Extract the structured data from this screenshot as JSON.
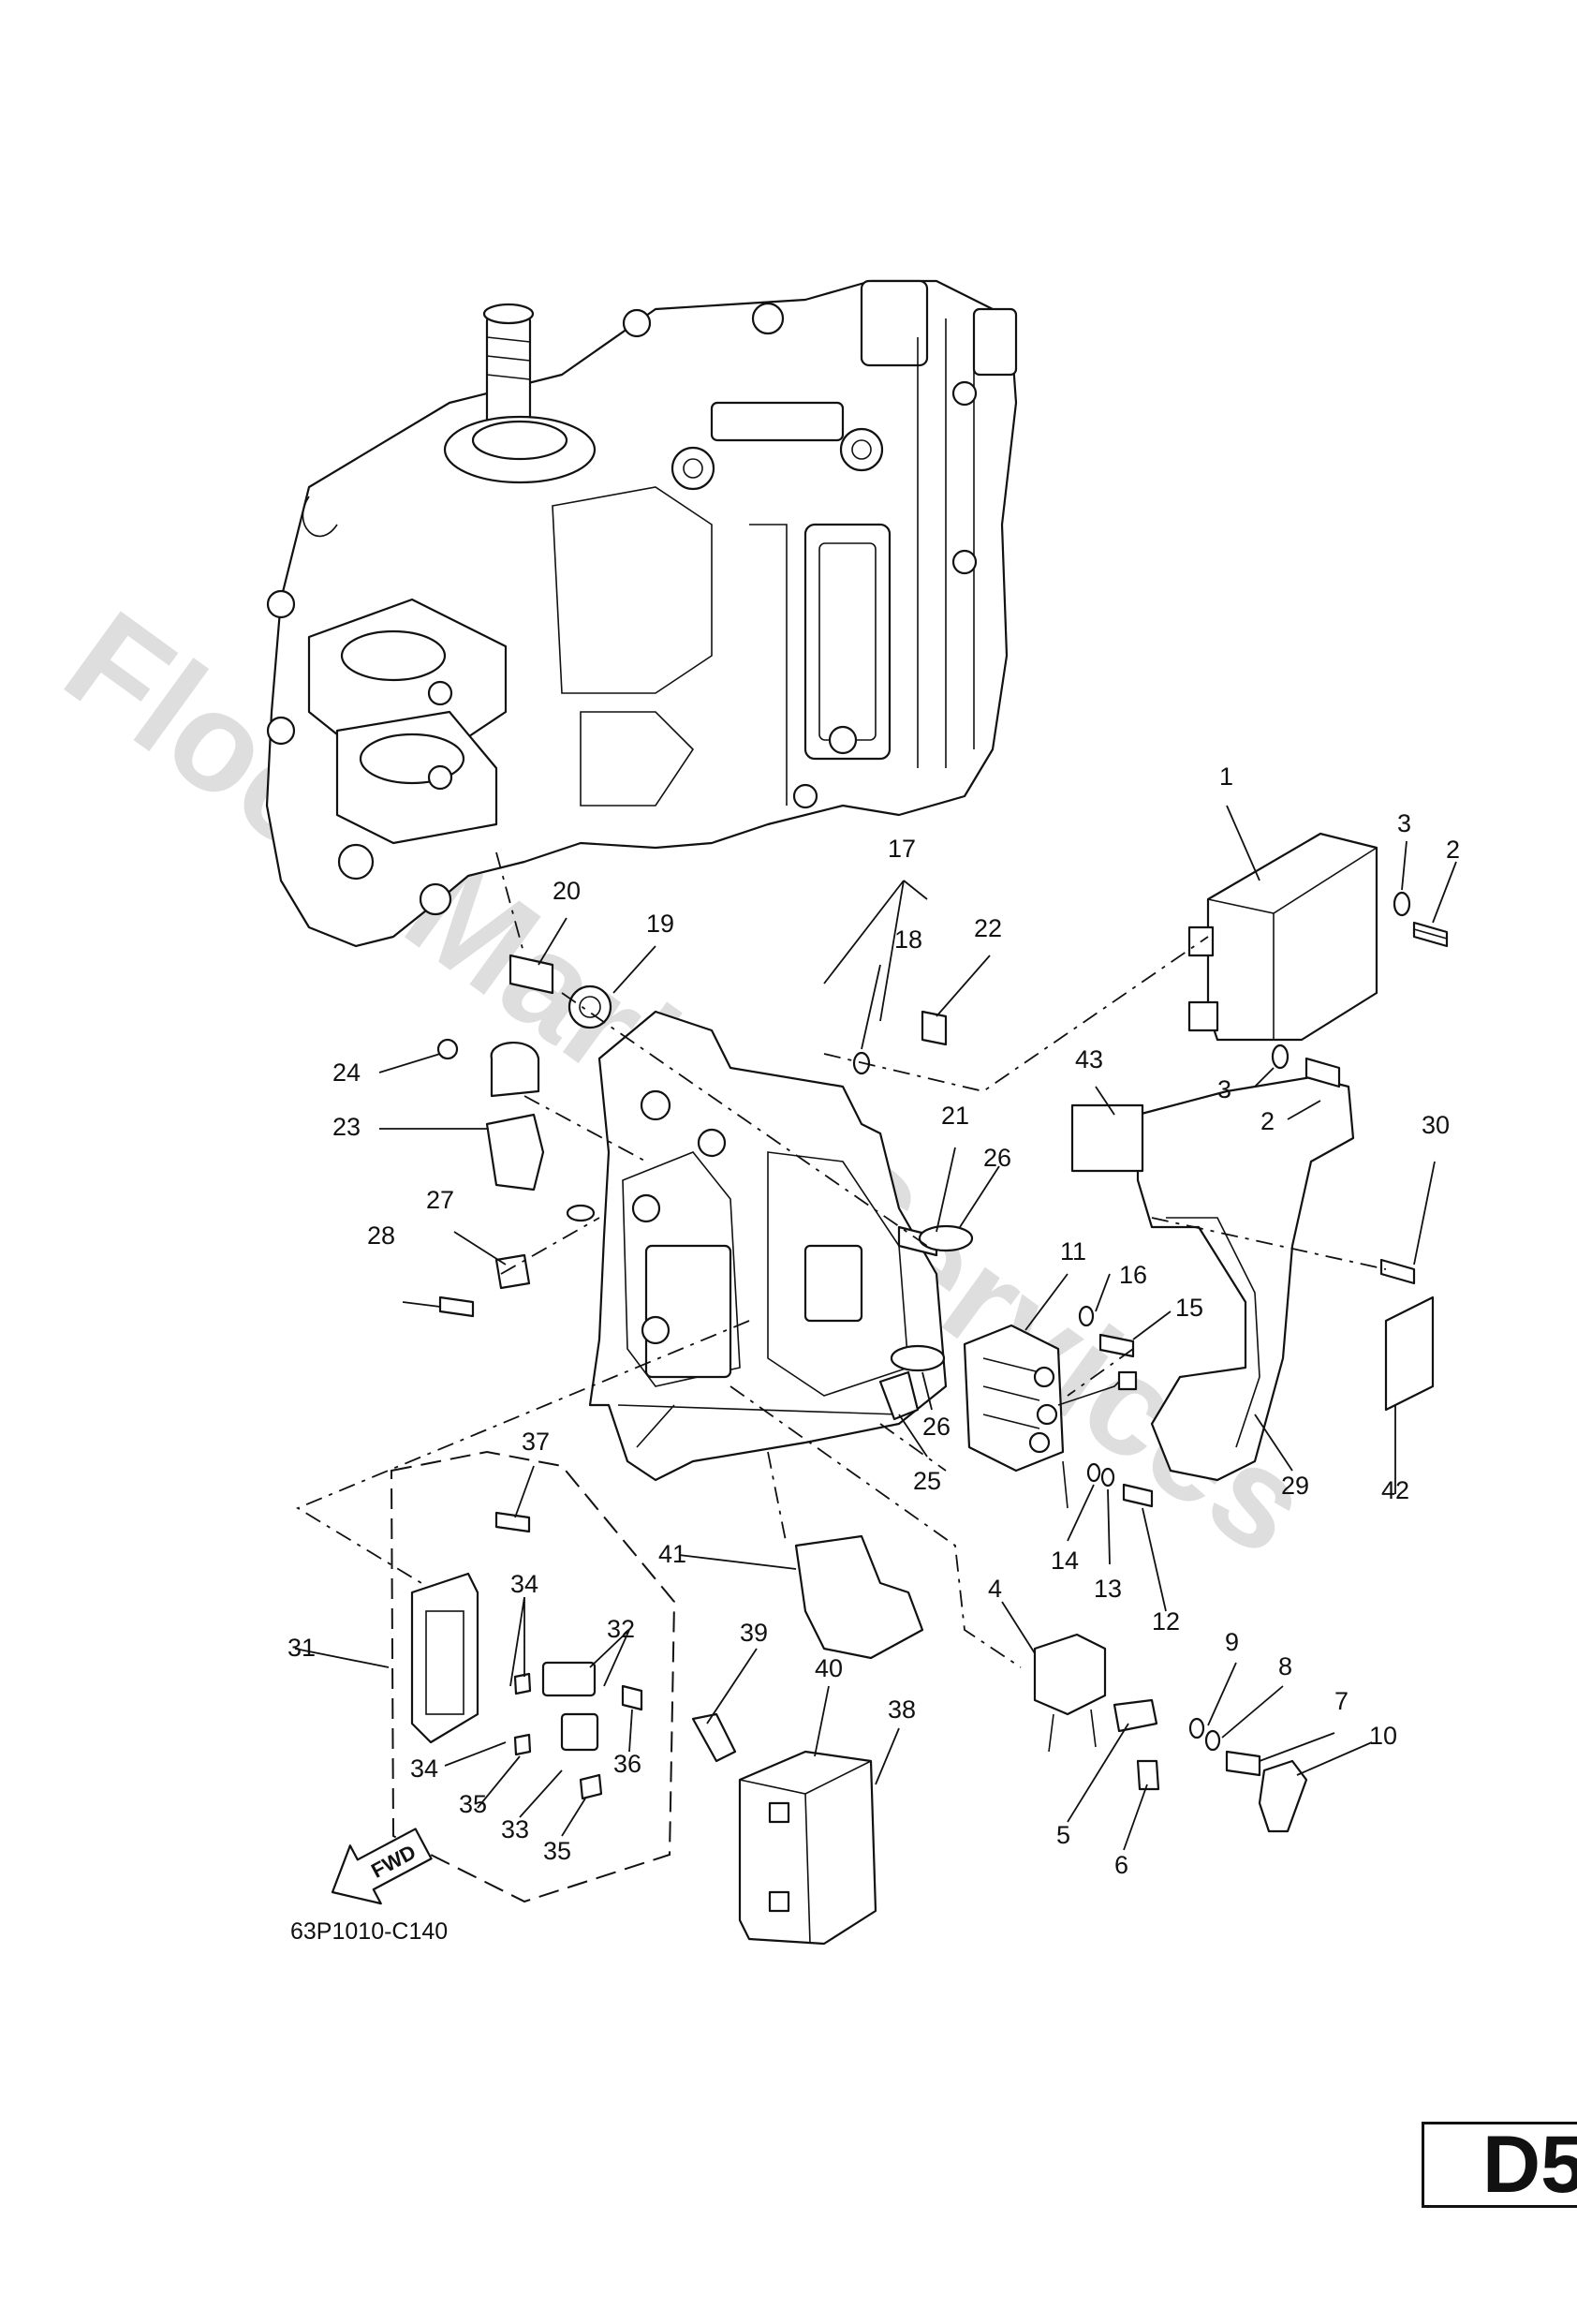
{
  "watermark": "Flood Marine Services",
  "drawing_code": "63P1010-C140",
  "page_badge": "D5",
  "fwd_label": "FWD",
  "callouts": [
    "1",
    "2",
    "2",
    "3",
    "3",
    "4",
    "5",
    "6",
    "7",
    "8",
    "9",
    "10",
    "11",
    "12",
    "13",
    "14",
    "15",
    "16",
    "17",
    "18",
    "19",
    "20",
    "21",
    "22",
    "23",
    "24",
    "25",
    "26",
    "26",
    "27",
    "28",
    "29",
    "30",
    "31",
    "32",
    "33",
    "34",
    "34",
    "35",
    "35",
    "36",
    "37",
    "38",
    "39",
    "40",
    "41",
    "42",
    "43"
  ]
}
